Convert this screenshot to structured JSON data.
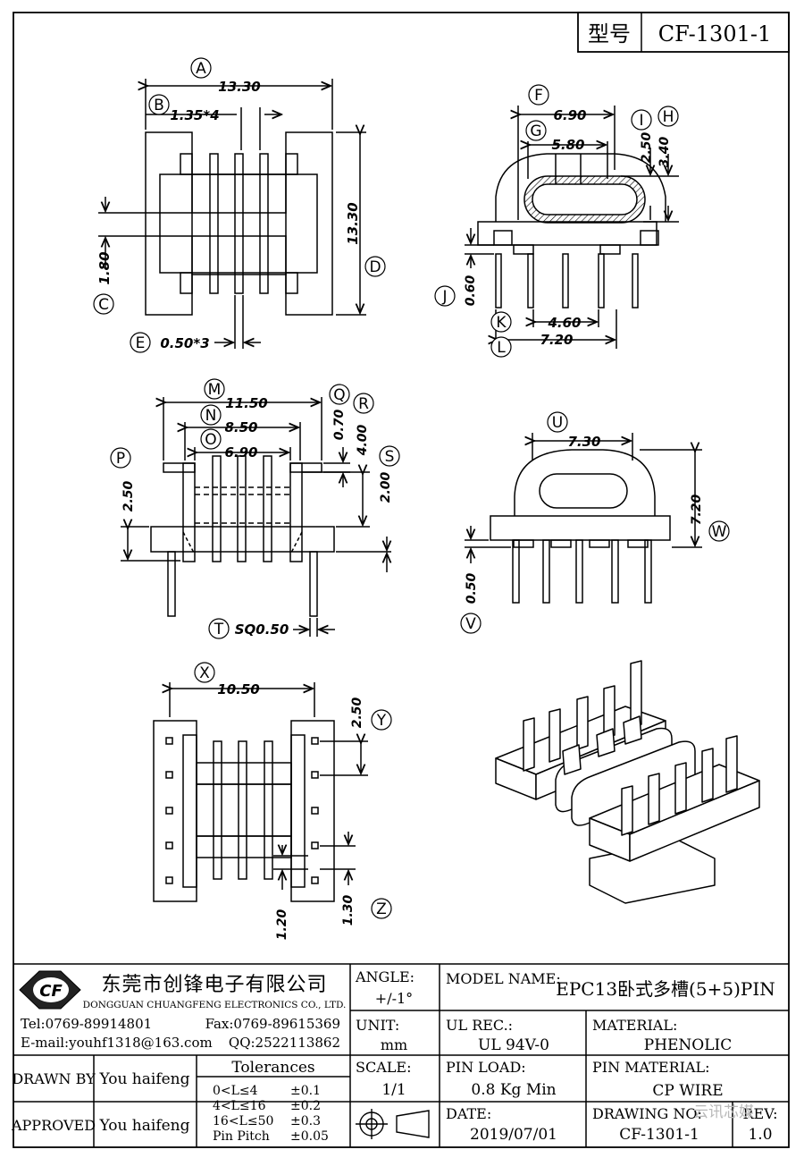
{
  "header": {
    "type_label": "型号",
    "part_number": "CF-1301-1"
  },
  "top_view": {
    "A": "A",
    "B": "B",
    "C": "C",
    "D": "D",
    "E": "E",
    "dim_A": "13.30",
    "dim_B": "1.35*4",
    "dim_C": "1.80",
    "dim_D": "13.30",
    "dim_E": "0.50*3"
  },
  "side_view": {
    "F": "F",
    "G": "G",
    "H": "H",
    "I": "I",
    "J": "J",
    "K": "K",
    "L": "L",
    "dim_F": "6.90",
    "dim_G": "5.80",
    "dim_I": "2.50",
    "dim_H": "3.40",
    "dim_J": "0.60",
    "dim_K": "4.60",
    "dim_L": "7.20"
  },
  "front_view": {
    "M": "M",
    "N": "N",
    "O": "O",
    "P": "P",
    "Q": "Q",
    "R": "R",
    "S": "S",
    "T": "T",
    "dim_M": "11.50",
    "dim_N": "8.50",
    "dim_O": "6.90",
    "dim_P": "2.50",
    "dim_Q": "0.70",
    "dim_R": "4.00",
    "dim_S": "2.00",
    "dim_T": "SQ0.50"
  },
  "end_view": {
    "U": "U",
    "V": "V",
    "W": "W",
    "dim_U": "7.30",
    "dim_W": "7.20",
    "dim_V": "0.50"
  },
  "bottom_view": {
    "X": "X",
    "Y": "Y",
    "Z": "Z",
    "dim_X": "10.50",
    "dim_Y": "2.50",
    "dim_Z_left": "1.20",
    "dim_Z_right": "1.30"
  },
  "title_block": {
    "company_cn": "东莞市创锋电子有限公司",
    "company_en": "DONGGUAN CHUANGFENG ELECTRONICS CO., LTD.",
    "logo_text": "CF",
    "tel": "Tel:0769-89914801",
    "fax": "Fax:0769-89615369",
    "email": "E-mail:youhf1318@163.com",
    "qq": "QQ:2522113862",
    "angle_label": "ANGLE:",
    "angle_value": "+/-1°",
    "model_name_label": "MODEL NAME:",
    "model_name_value": "EPC13卧式多槽(5+5)PIN",
    "unit_label": "UNIT:",
    "unit_value": "mm",
    "ul_label": "UL REC.:",
    "ul_value": "UL 94V-0",
    "material_label": "MATERIAL:",
    "material_value": "PHENOLIC",
    "drawn_by_label": "DRAWN BY",
    "drawn_by_value": "You haifeng",
    "approved_label": "APPROVED",
    "approved_value": "You haifeng",
    "tolerances_label": "Tolerances",
    "tol_rows": [
      {
        "range": "0<L≤4",
        "value": "±0.1"
      },
      {
        "range": "4<L≤16",
        "value": "±0.2"
      },
      {
        "range": "16<L≤50",
        "value": "±0.3"
      },
      {
        "range": "Pin Pitch",
        "value": "±0.05"
      }
    ],
    "scale_label": "SCALE:",
    "scale_value": "1/1",
    "pin_load_label": "PIN LOAD:",
    "pin_load_value": "0.8 Kg Min",
    "pin_material_label": "PIN MATERIAL:",
    "pin_material_value": "CP WIRE",
    "date_label": "DATE:",
    "date_value": "2019/07/01",
    "drawing_no_label": "DRAWING NO:",
    "drawing_no_value": "CF-1301-1",
    "rev_label": "REV:",
    "rev_value": "1.0",
    "watermark": "云讯芯媒"
  }
}
